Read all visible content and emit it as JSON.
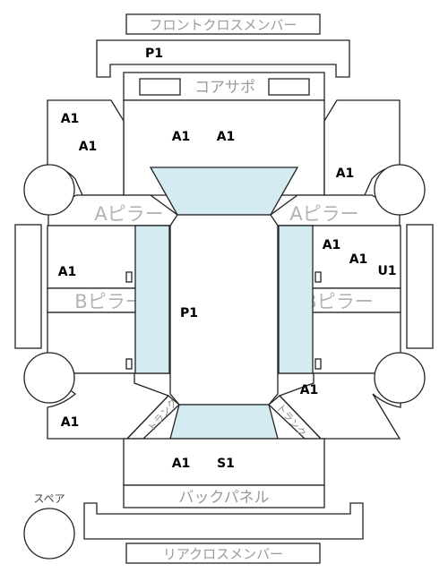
{
  "labels": {
    "front_cross_member": "フロントクロスメンバー",
    "core_support": "コアサポ",
    "a_pillar_left": "Aピラー",
    "a_pillar_right": "Aピラー",
    "b_pillar_left": "Bピラー",
    "b_pillar_right": "Bピラー",
    "back_panel": "バックパネル",
    "rear_cross_member": "リアクロスメンバー",
    "spare": "スペア",
    "trunk_left": "トランク",
    "trunk_right": "トランク"
  },
  "codes": {
    "front_member": "P1",
    "front_left_fender_1": "A1",
    "front_left_fender_2": "A1",
    "hood_1": "A1",
    "hood_2": "A1",
    "front_right_fender": "A1",
    "front_right_door_1": "A1",
    "front_right_door_2": "A1",
    "front_right_door_3": "U1",
    "front_left_door": "A1",
    "roof": "P1",
    "rear_right_quarter": "A1",
    "rear_left_quarter": "A1",
    "trunk_1": "A1",
    "trunk_2": "S1"
  },
  "colors": {
    "glass": "#d5ebf2",
    "line": "#222222",
    "label_gray": "#b3b3b3"
  }
}
